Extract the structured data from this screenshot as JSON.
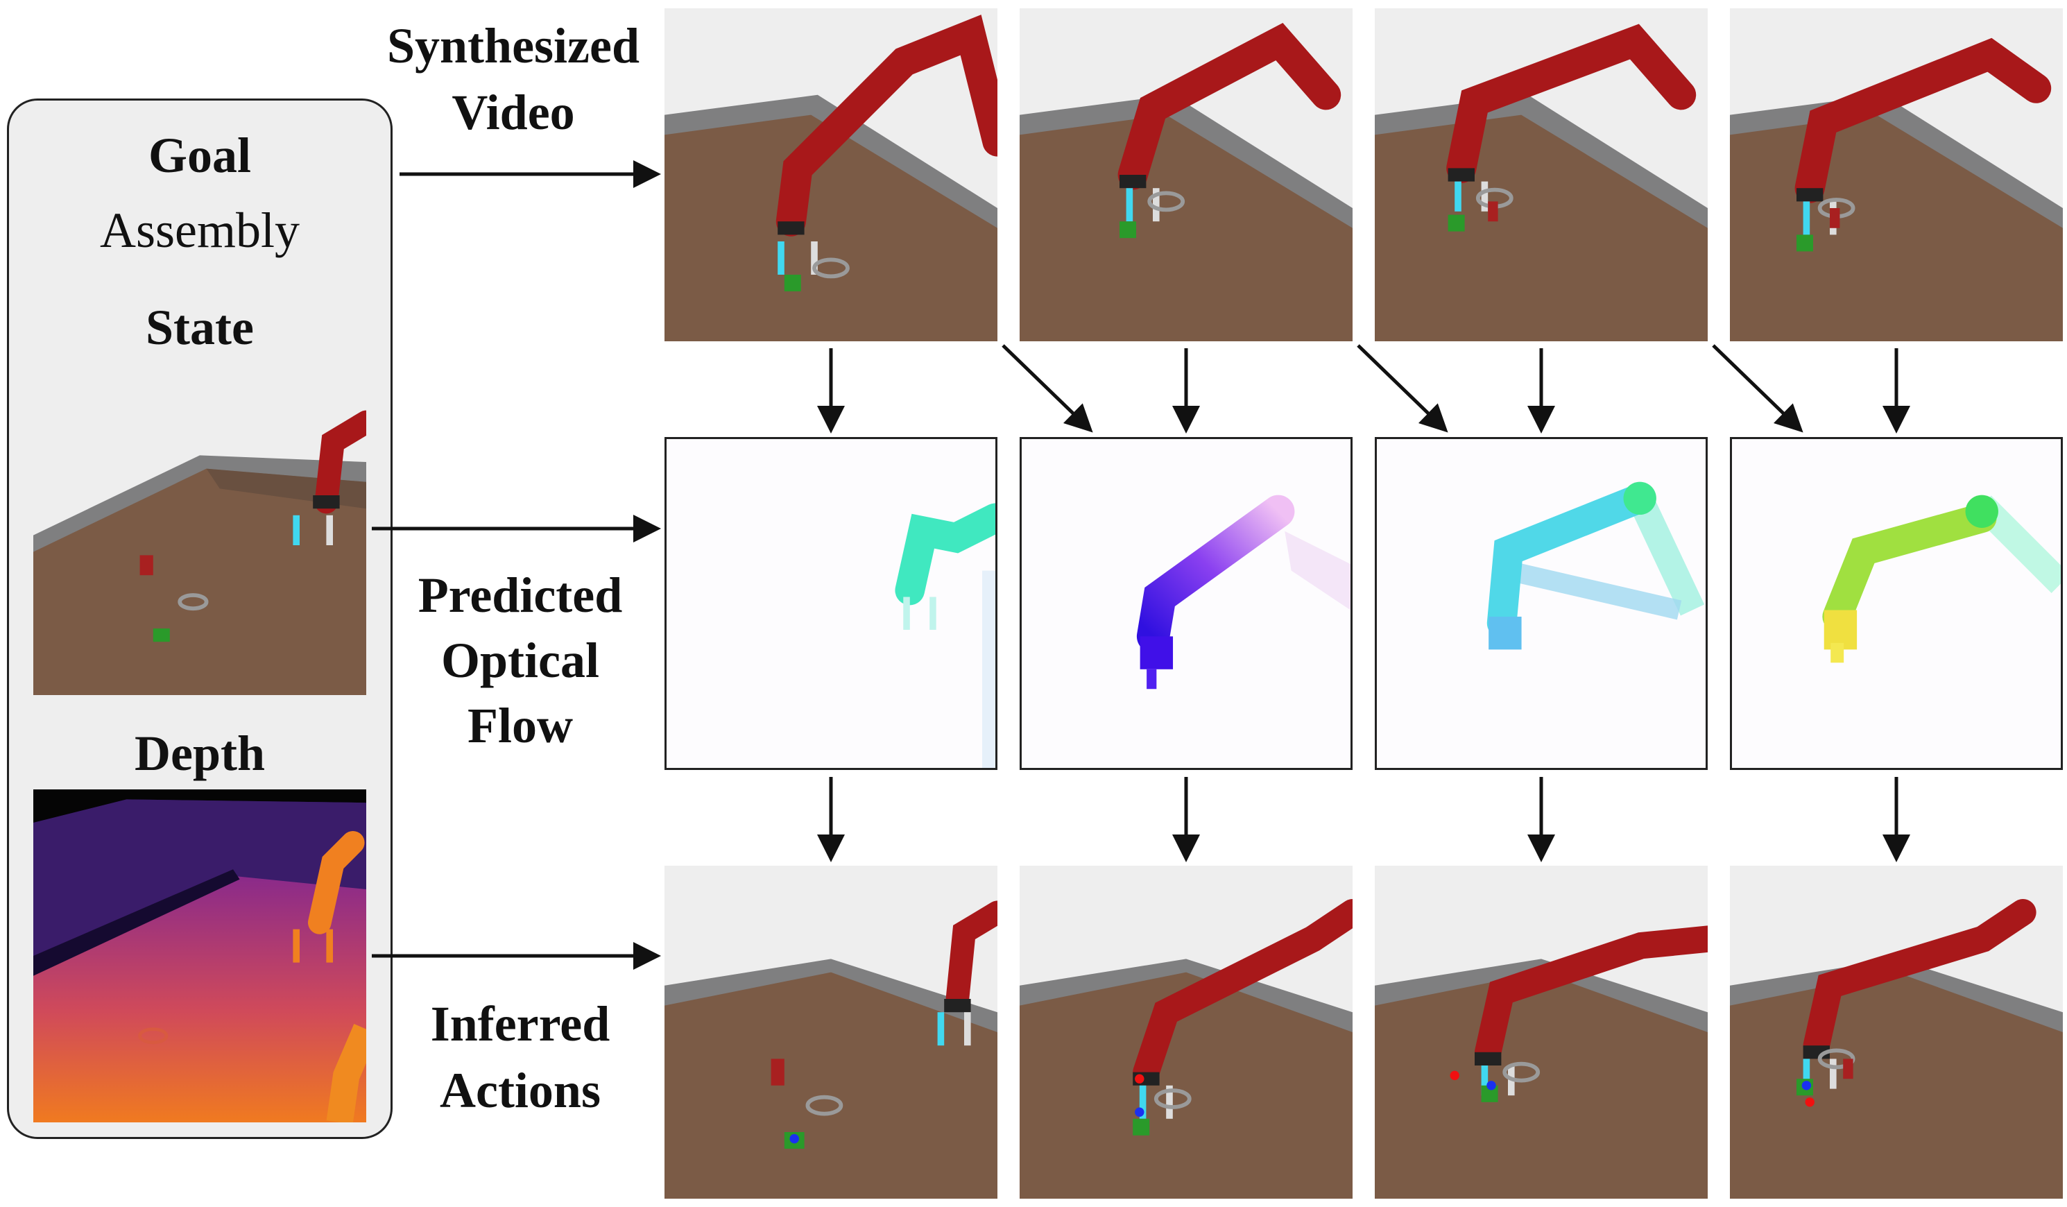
{
  "left_panel": {
    "goal_heading": "Goal",
    "goal_value": "Assembly",
    "state_heading": "State",
    "depth_heading": "Depth"
  },
  "row_labels": {
    "synthesized_line1": "Synthesized",
    "synthesized_line2": "Video",
    "flow_line1": "Predicted",
    "flow_line2": "Optical",
    "flow_line3": "Flow",
    "actions_line1": "Inferred",
    "actions_line2": "Actions"
  },
  "colors": {
    "robot_red": "#a8181a",
    "table_wood": "#7a5a44",
    "floor_white": "#eeeeee",
    "flow_background": "#fdfcfe",
    "depth_dark": "#24104a",
    "depth_orange": "#f07a20"
  },
  "flow_colors": [
    "#40e8c0",
    "#5010f0",
    "#50c8f0",
    "#a0e040"
  ]
}
